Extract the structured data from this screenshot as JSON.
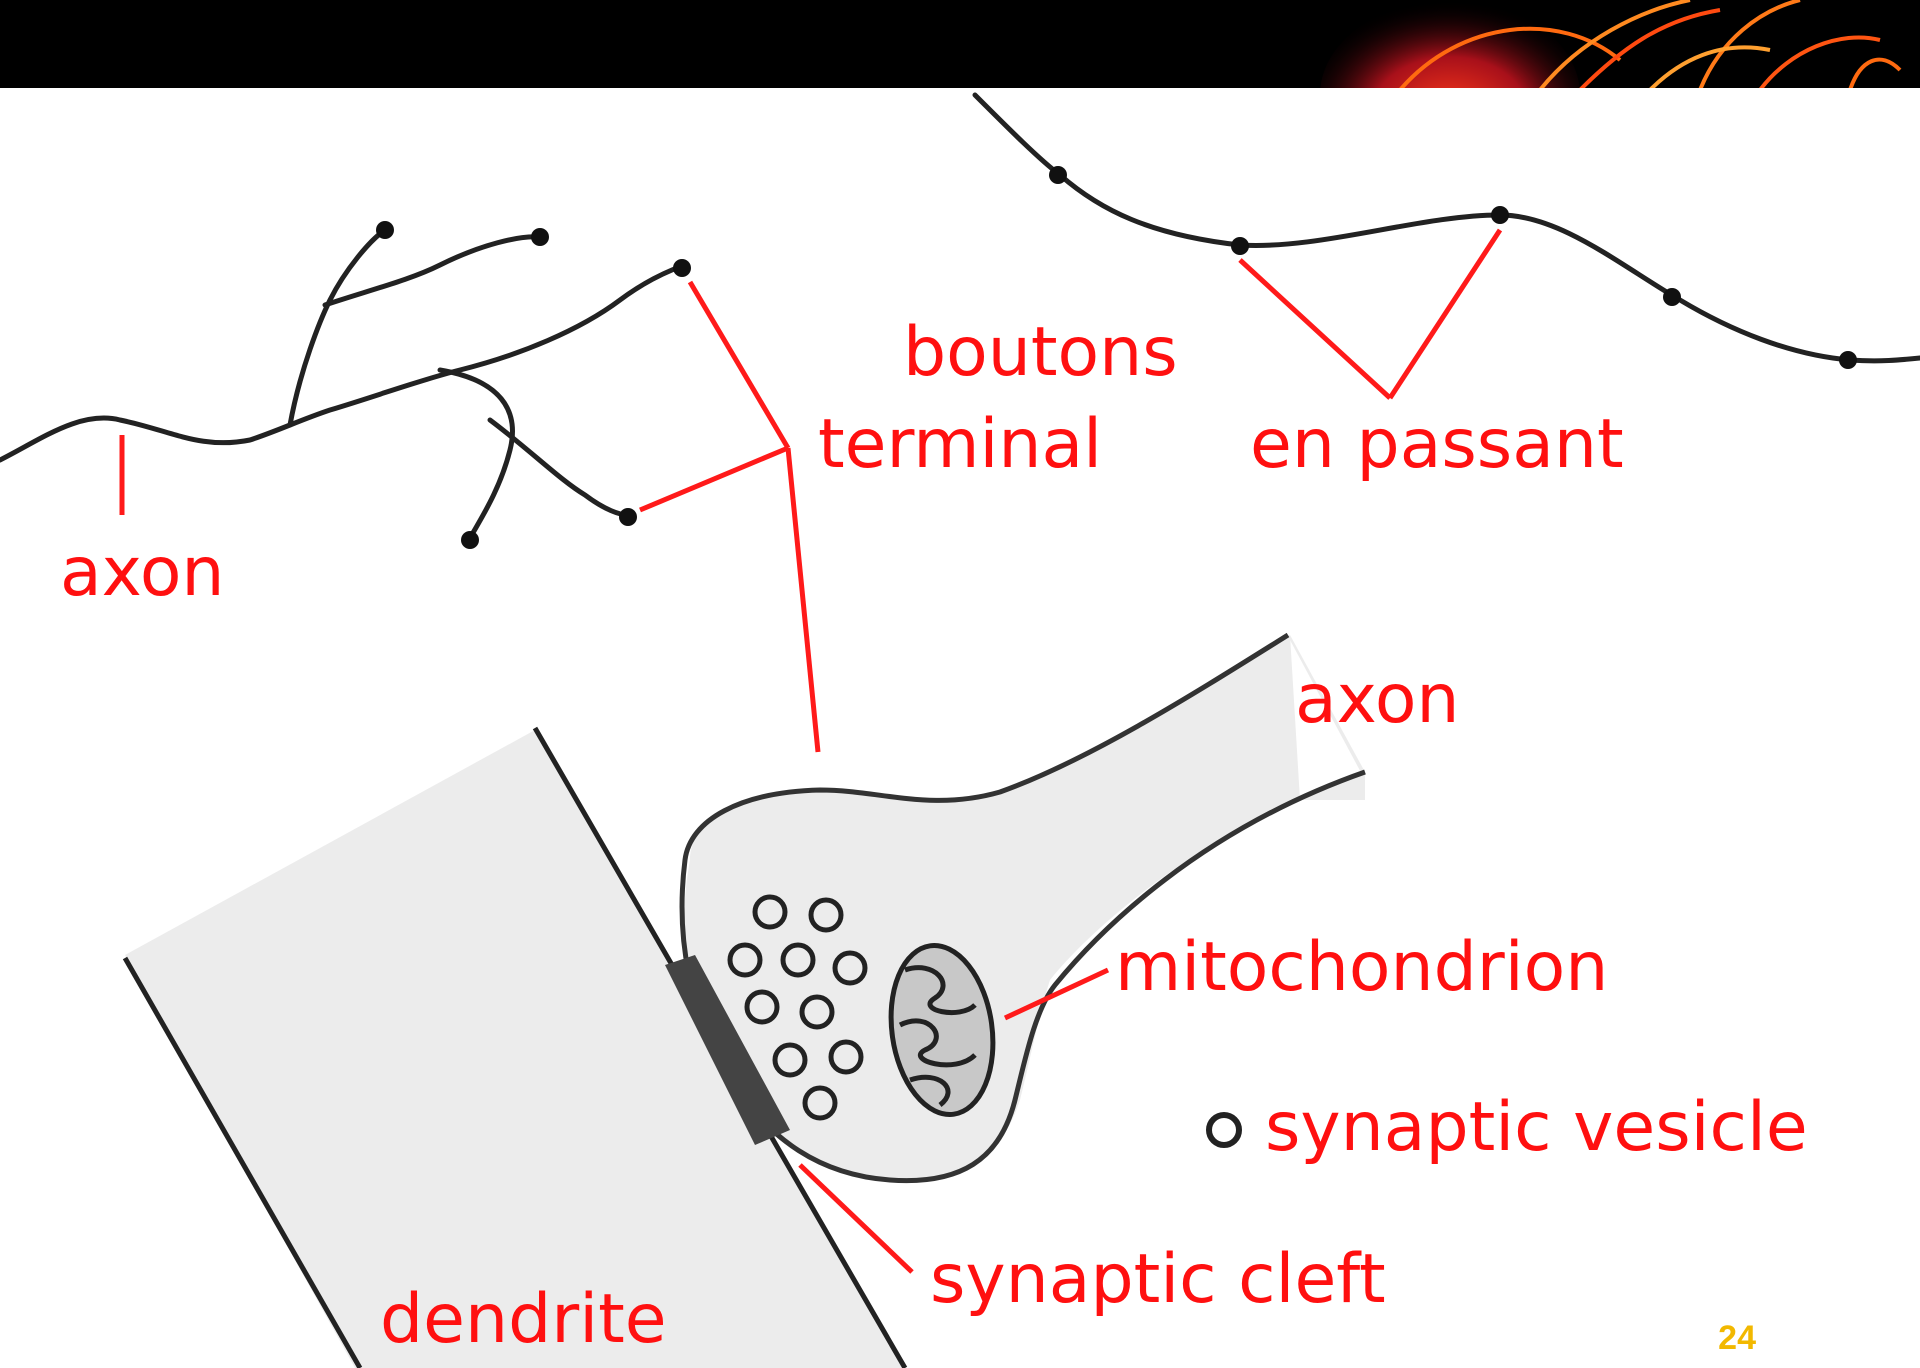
{
  "labels": {
    "axon_left": "axon",
    "boutons": "boutons",
    "terminal": "terminal",
    "en_passant": "en passant",
    "axon_right": "axon",
    "mitochondrion": "mitochondrion",
    "synaptic_vesicle": "synaptic vesicle",
    "synaptic_cleft": "synaptic cleft",
    "dendrite": "dendrite"
  },
  "page_number": "24",
  "colors": {
    "label": "#ff1010",
    "line": "#222222",
    "fill": "#ececec",
    "header": "#000000",
    "page_number": "#f2b800"
  }
}
